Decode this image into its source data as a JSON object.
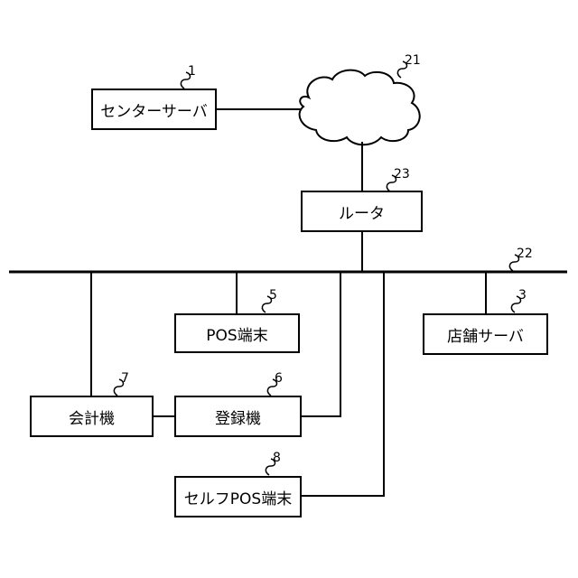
{
  "nodes": {
    "center_server": {
      "label": "センターサーバ",
      "ref": "1"
    },
    "network_cloud": {
      "ref": "21"
    },
    "router": {
      "label": "ルータ",
      "ref": "23"
    },
    "store_lan": {
      "ref": "22"
    },
    "pos_terminal": {
      "label": "POS端末",
      "ref": "5"
    },
    "store_server": {
      "label": "店舗サーバ",
      "ref": "3"
    },
    "accounting_machine": {
      "label": "会計機",
      "ref": "7"
    },
    "registration_machine": {
      "label": "登録機",
      "ref": "6"
    },
    "self_pos_terminal": {
      "label": "セルフPOS端末",
      "ref": "8"
    }
  }
}
